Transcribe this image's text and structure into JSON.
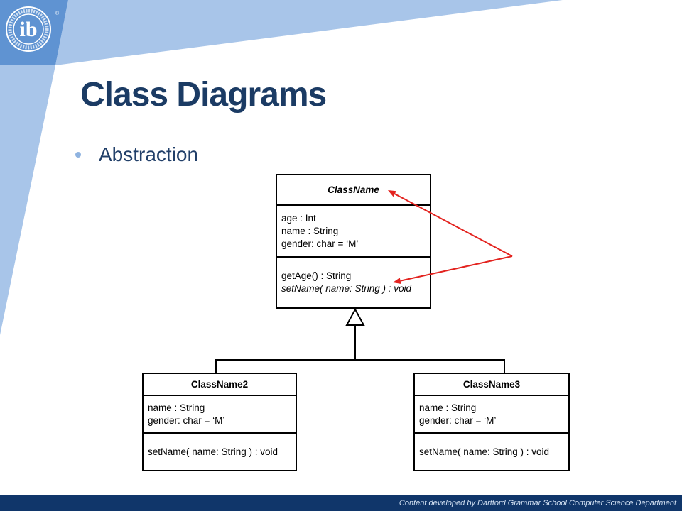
{
  "slide": {
    "title": "Class Diagrams",
    "bullets": [
      "Abstraction"
    ]
  },
  "logo": {
    "letters": "ib",
    "mark": "®"
  },
  "diagram": {
    "classes": [
      {
        "name": "ClassName",
        "abstract": true,
        "attributes": [
          "age : Int",
          "name : String",
          "gender: char = ‘M’"
        ],
        "methods": [
          {
            "text": "getAge() : String",
            "abstract": false
          },
          {
            "text": "setName( name: String ) : void",
            "abstract": true
          }
        ]
      },
      {
        "name": "ClassName2",
        "abstract": false,
        "attributes": [
          "name : String",
          "gender: char = ‘M’"
        ],
        "methods": [
          {
            "text": "setName( name: String ) : void",
            "abstract": false
          }
        ]
      },
      {
        "name": "ClassName3",
        "abstract": false,
        "attributes": [
          "name : String",
          "gender: char = ‘M’"
        ],
        "methods": [
          {
            "text": "setName( name: String ) : void",
            "abstract": false
          }
        ]
      }
    ],
    "generalization": {
      "parent": 0,
      "children": [
        1,
        2
      ]
    }
  },
  "footer": {
    "credit": "Content developed by Dartford Grammar School Computer Science Department"
  },
  "colors": {
    "title": "#1b3b64",
    "bullet_text": "#213f69",
    "bullet_dot": "#8fb3e0",
    "band_light": "#a8c5e9",
    "band_dark": "#5f93d2",
    "diagram_line": "#000000",
    "arrow": "#e3231f",
    "footer_bg": "#10366a",
    "footer_text": "#d3e1f3"
  }
}
